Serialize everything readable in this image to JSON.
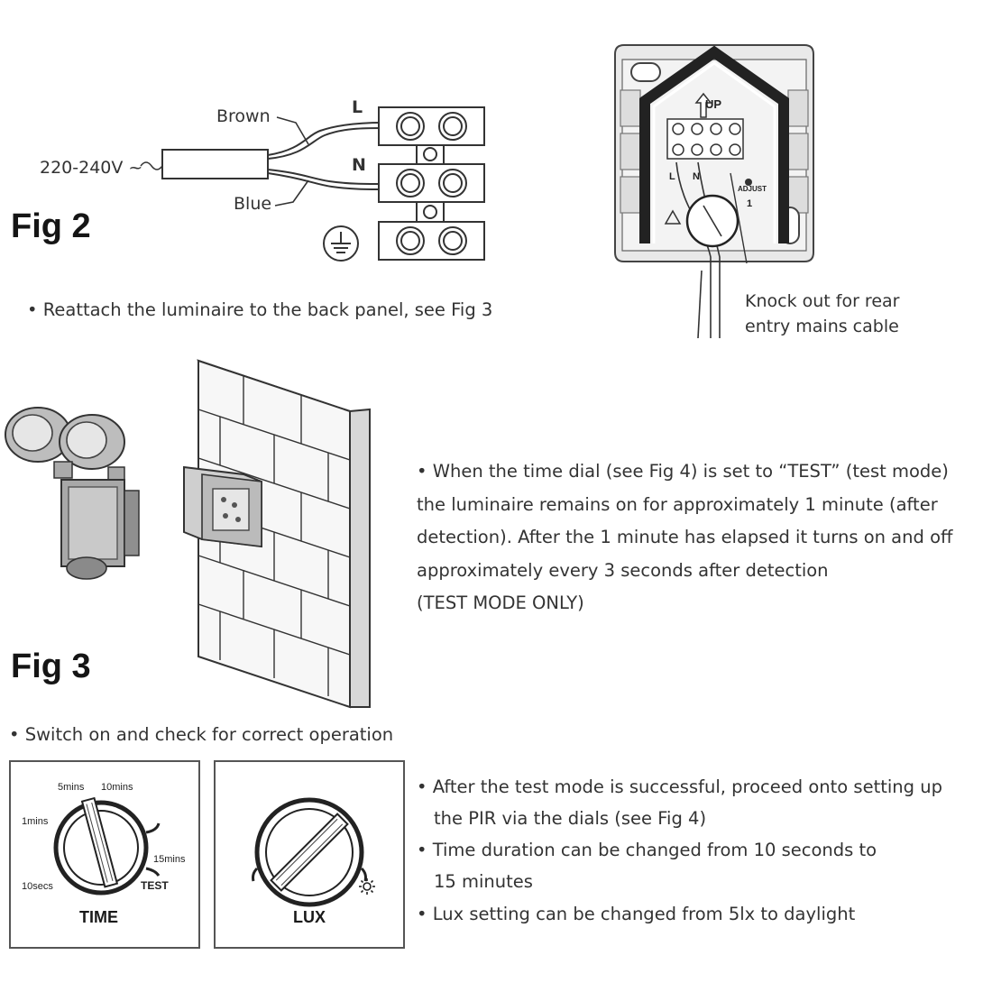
{
  "fig2": {
    "label": "Fig 2",
    "voltage": "220-240V ~",
    "brown": "Brown",
    "blue": "Blue",
    "live": "L",
    "neutral": "N",
    "earth_icon": "earth-ground-icon"
  },
  "backpanel": {
    "up_label": "UP",
    "live": "L",
    "neutral": "N",
    "adjust": "ADJUST",
    "dial_mark": "1",
    "knockout_line1": "Knock out for rear",
    "knockout_line2": "entry mains cable"
  },
  "reattach_text": "• Reattach the luminaire to the back panel, see Fig 3",
  "fig3": {
    "label": "Fig 3"
  },
  "test_paragraph": [
    "• When the time dial (see Fig 4) is set to “TEST” (test mode)",
    "the luminaire remains on for approximately 1 minute (after",
    "detection).  After the 1 minute has elapsed it turns on and off",
    "approximately every 3 seconds after detection",
    "(TEST MODE ONLY)"
  ],
  "switch_on_text": "• Switch on and check for correct operation",
  "time_dial": {
    "title": "TIME",
    "labels": {
      "t5": "5mins",
      "t10": "10mins",
      "t1": "1mins",
      "t15": "15mins",
      "t10s": "10secs",
      "test": "TEST"
    }
  },
  "lux_dial": {
    "title": "LUX",
    "moon_icon": "moon-icon",
    "sun_icon": "sun-icon"
  },
  "settings_bullets": [
    "• After the test mode is successful, proceed onto setting up",
    "the PIR via the dials (see Fig 4)",
    "• Time duration can be changed from 10 seconds to",
    "15 minutes",
    "• Lux setting can be changed from 5lx to daylight"
  ]
}
